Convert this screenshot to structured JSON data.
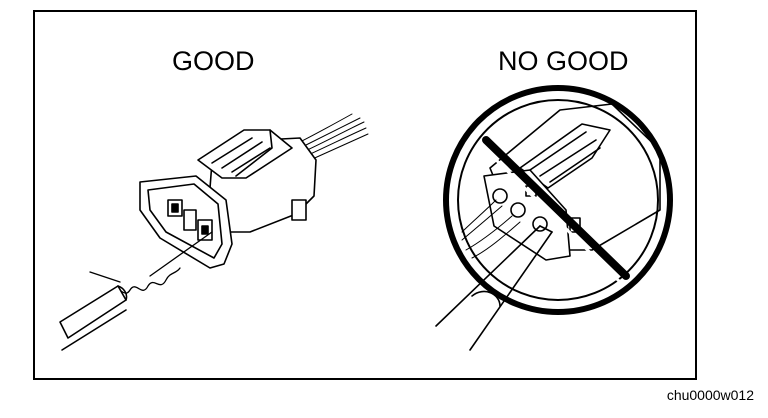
{
  "labels": {
    "good": "GOOD",
    "no_good": "NO GOOD"
  },
  "caption": "chu0000w012",
  "colors": {
    "line": "#000000",
    "background": "#ffffff"
  },
  "icons": {
    "good_illustration": "connector-backprobe-correct-illustration",
    "nogood_illustration": "connector-backprobe-incorrect-illustration",
    "prohibition_symbol": "prohibited-circle-slash-icon"
  }
}
